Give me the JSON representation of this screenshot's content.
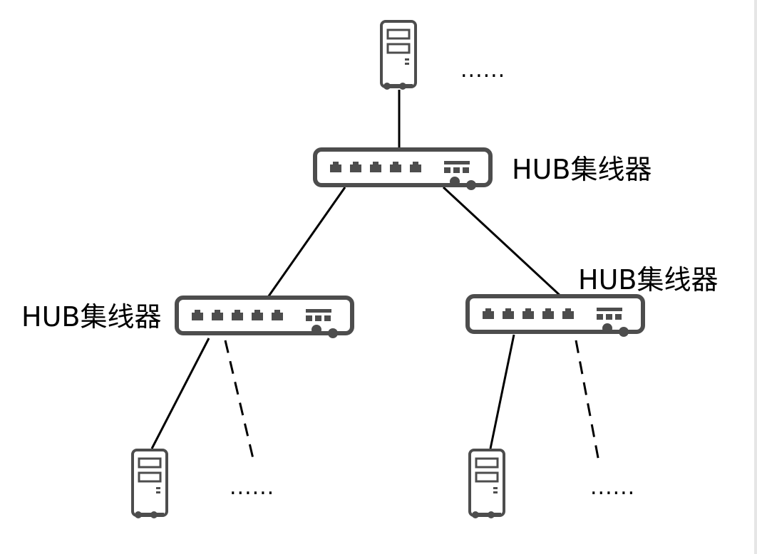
{
  "diagram": {
    "nodes": {
      "top_server": {
        "type": "server"
      },
      "top_server_more": {
        "text": "......"
      },
      "hub_root": {
        "type": "hub",
        "label": "HUB集线器"
      },
      "hub_left": {
        "type": "hub",
        "label": "HUB集线器"
      },
      "hub_right": {
        "type": "hub",
        "label": "HUB集线器"
      },
      "left_server": {
        "type": "server"
      },
      "left_server_more": {
        "text": "......"
      },
      "right_server": {
        "type": "server"
      },
      "right_server_more": {
        "text": "......"
      }
    },
    "edges": [
      {
        "from": "top_server",
        "to": "hub_root",
        "style": "solid"
      },
      {
        "from": "hub_root",
        "to": "hub_left",
        "style": "solid"
      },
      {
        "from": "hub_root",
        "to": "hub_right",
        "style": "solid"
      },
      {
        "from": "hub_left",
        "to": "left_server",
        "style": "solid"
      },
      {
        "from": "hub_left",
        "to": "left_server_more",
        "style": "dashed"
      },
      {
        "from": "hub_right",
        "to": "right_server",
        "style": "solid"
      },
      {
        "from": "hub_right",
        "to": "right_server_more",
        "style": "dashed"
      }
    ],
    "colors": {
      "device": "#4d4d4d",
      "line": "#000000",
      "background": "#ffffff"
    },
    "icons": {
      "server": "server-tower-icon",
      "hub": "network-hub-icon"
    }
  }
}
